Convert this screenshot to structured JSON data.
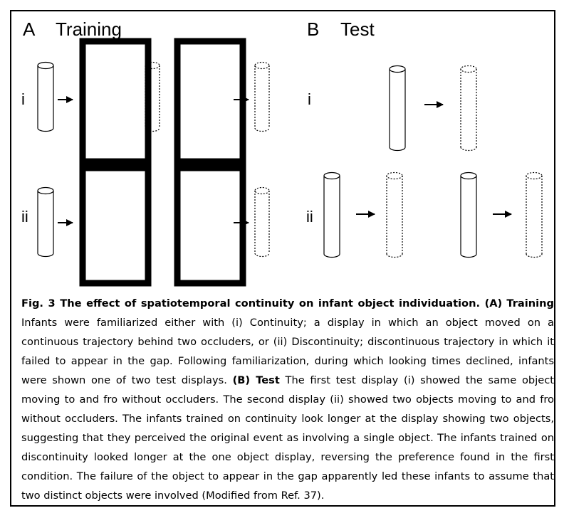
{
  "panels": {
    "a": {
      "letter": "A",
      "title": "Training"
    },
    "b": {
      "letter": "B",
      "title": "Test"
    }
  },
  "rows": {
    "i": "i",
    "ii": "ii"
  },
  "caption": {
    "figure_title": "Fig. 3 The effect of spatiotemporal continuity on infant object individuation. (A)",
    "training_label": "Training",
    "training_text": " Infants were familiarized either with (i) Continuity; a display in which an object moved on a continuous trajectory behind two occluders, or (ii) Discontinuity; discontinuous trajectory in which it failed to appear in the gap. Following familiarization, during which looking times declined, infants were shown one of two test displays. ",
    "test_label": "(B) Test",
    "test_text": " The first test display (i) showed the same object moving to and fro without occluders. The second display (ii) showed two objects moving to and fro without occluders. The infants trained on continuity look longer at the display showing two objects, suggesting that they perceived the original event as involving a single object. The infants trained on discontinuity looked longer at the one object display, reversing the preference found in the first condition. The failure of the object to appear in the gap apparently led these infants to assume that two distinct objects were involved (Modified from Ref. 37)."
  }
}
